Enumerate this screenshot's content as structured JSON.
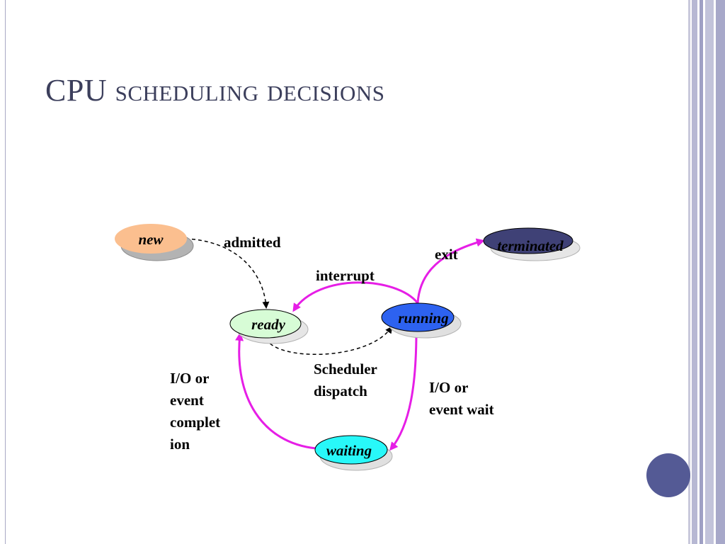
{
  "title": {
    "main": "CPU",
    "rest": "scheduling decisions"
  },
  "colors": {
    "title": "#3c3f5c",
    "magenta_edge": "#e61ee6",
    "dashed_edge": "#000000",
    "accent_circle": "#545a95",
    "shadow": "#b3b3b3"
  },
  "states": {
    "new": {
      "label": "new",
      "fill": "#fbbf8f",
      "text": "#000000"
    },
    "ready": {
      "label": "ready",
      "fill": "#d7fcd6",
      "text": "#000000"
    },
    "running": {
      "label": "running",
      "fill": "#2d62f0",
      "text": "#000000"
    },
    "waiting": {
      "label": "waiting",
      "fill": "#28f8f9",
      "text": "#000000"
    },
    "terminated": {
      "label": "terminated",
      "fill": "#3f4176",
      "text": "#000000"
    }
  },
  "transitions": {
    "admitted": "admitted",
    "interrupt": "interrupt",
    "exit": "exit",
    "dispatch_line1": "Scheduler",
    "dispatch_line2": "dispatch",
    "io_wait_line1": "I/O or",
    "io_wait_line2": "event wait",
    "io_done_line1": "I/O or",
    "io_done_line2": "event",
    "io_done_line3": "complet",
    "io_done_line4": "ion"
  }
}
